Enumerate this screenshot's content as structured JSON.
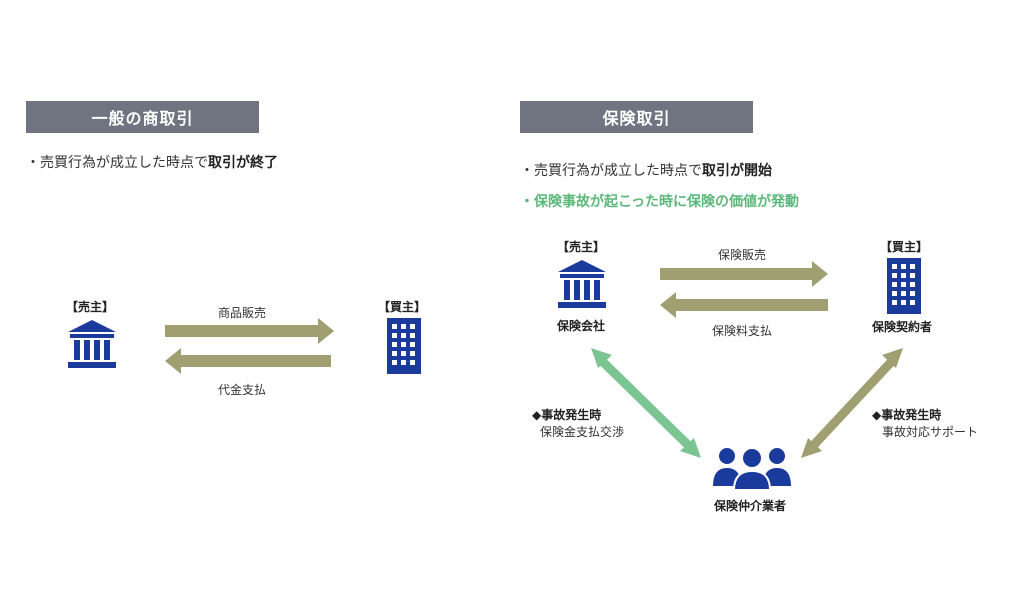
{
  "colors": {
    "header_bg": "#6f7480",
    "navy": "#1a3a9c",
    "olive_arrow": "#a09f72",
    "green_arrow": "#7cc592",
    "green_text": "#5cb87a"
  },
  "left": {
    "header": "一般の商取引",
    "bullet_prefix": "・売買行為が成立した時点で",
    "bullet_emphasis": "取引が終了",
    "seller_label": "【売主】",
    "buyer_label": "【買主】",
    "arrow_top_label": "商品販売",
    "arrow_bottom_label": "代金支払"
  },
  "right": {
    "header": "保険取引",
    "bullet1_prefix": "・売買行為が成立した時点で",
    "bullet1_emphasis": "取引が開始",
    "bullet2": "・保険事故が起こった時に保険の価値が発動",
    "seller_label": "【売主】",
    "buyer_label": "【買主】",
    "seller_name": "保険会社",
    "buyer_name": "保険契約者",
    "arrow_top_label": "保険販売",
    "arrow_bottom_label": "保険料支払",
    "broker_name": "保険仲介業者",
    "left_note_title": "◆事故発生時",
    "left_note_body": "保険金支払交渉",
    "right_note_title": "◆事故発生時",
    "right_note_body": "事故対応サポート"
  },
  "icons": {
    "seller": "bank-building-icon",
    "buyer": "office-building-icon",
    "broker": "people-group-icon"
  }
}
